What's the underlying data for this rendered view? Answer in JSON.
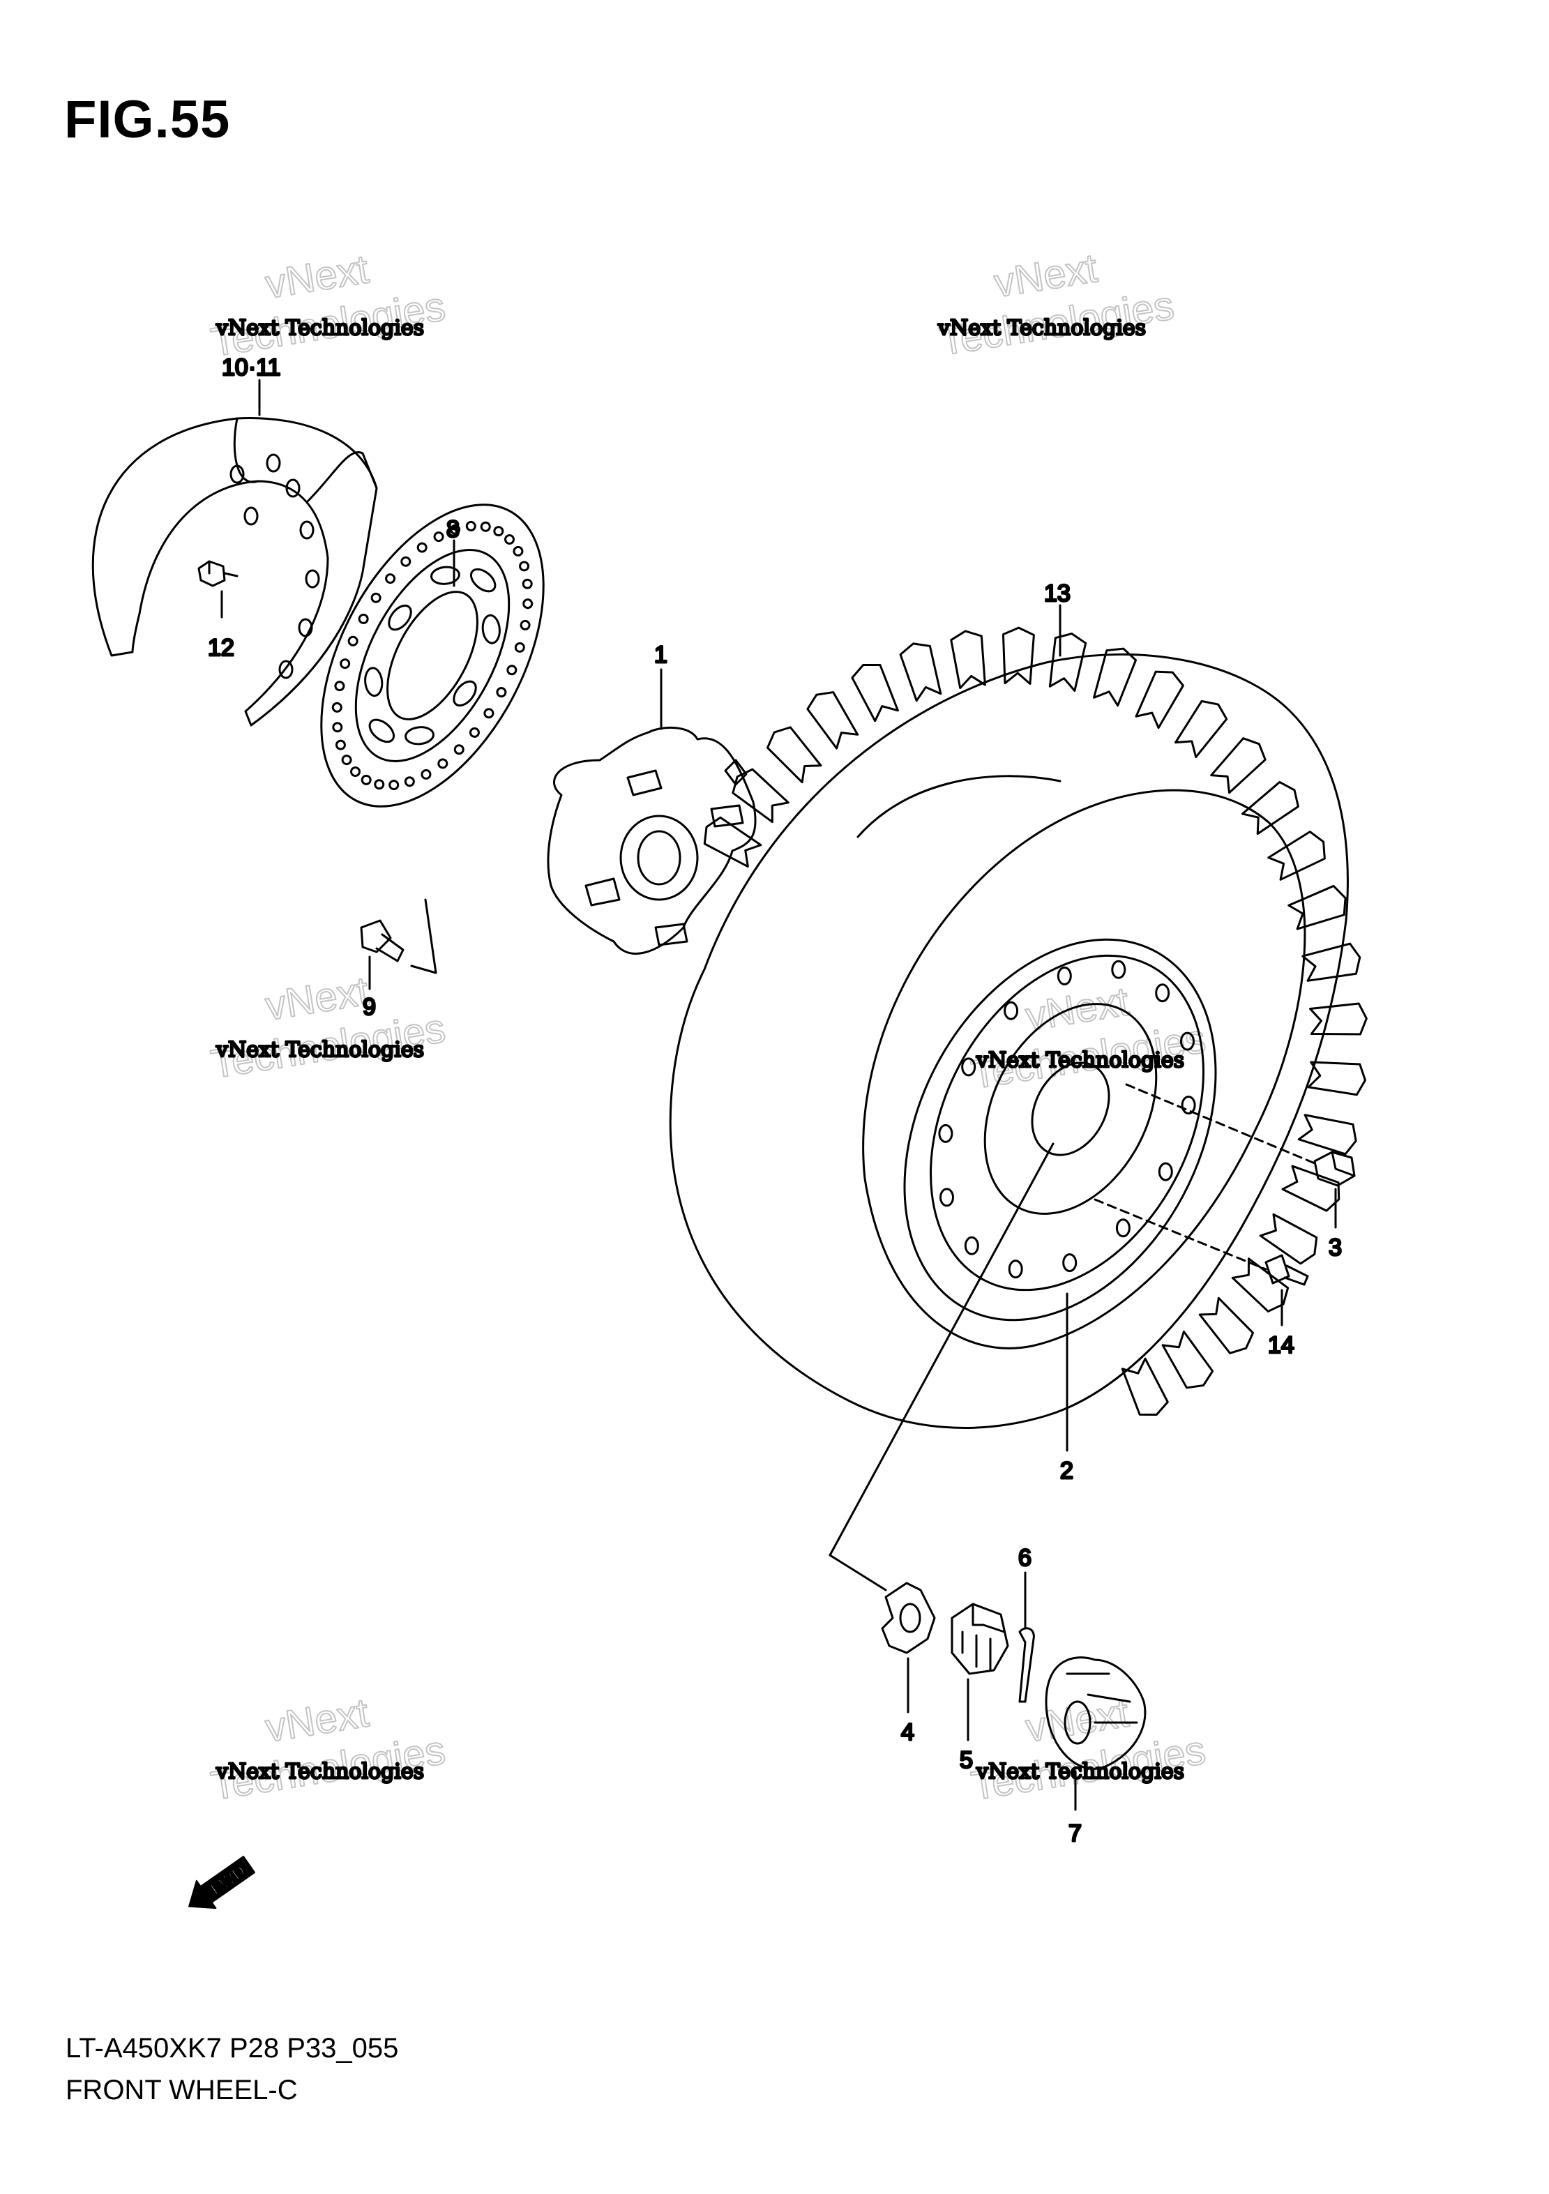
{
  "figure": {
    "title": "FIG.55",
    "model_code": "LT-A450XK7 P28 P33_055",
    "section_name": "FRONT WHEEL-C"
  },
  "callouts": [
    {
      "id": "c1011",
      "label": "10·11"
    },
    {
      "id": "c8",
      "label": "8"
    },
    {
      "id": "c12",
      "label": "12"
    },
    {
      "id": "c1",
      "label": "1"
    },
    {
      "id": "c9",
      "label": "9"
    },
    {
      "id": "c13",
      "label": "13"
    },
    {
      "id": "c3",
      "label": "3"
    },
    {
      "id": "c14",
      "label": "14"
    },
    {
      "id": "c2",
      "label": "2"
    },
    {
      "id": "c6",
      "label": "6"
    },
    {
      "id": "c4",
      "label": "4"
    },
    {
      "id": "c5",
      "label": "5"
    },
    {
      "id": "c7",
      "label": "7"
    }
  ],
  "watermark": {
    "line1": "vNext Technologies",
    "word1": "vNext",
    "word2": "Technologies"
  },
  "fwd_label": "FWD"
}
